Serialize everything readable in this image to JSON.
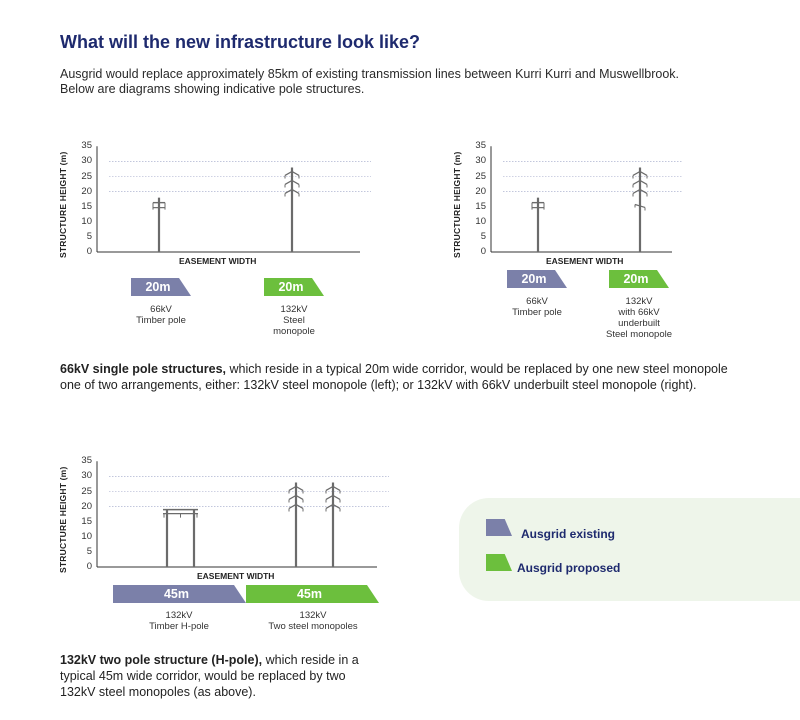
{
  "heading": "What will the new infrastructure look like?",
  "intro": {
    "line1": "Ausgrid would replace approximately 85km of existing transmission lines between Kurri Kurri and Muswellbrook.",
    "line2": "Below are diagrams showing indicative pole structures."
  },
  "colors": {
    "existing": "#7b80a9",
    "proposed": "#6cbf3d",
    "heading": "#1e2a6e",
    "legend_bg": "#eef5ea"
  },
  "axis": {
    "ylabel": "STRUCTURE HEIGHT (m)",
    "xlabel": "EASEMENT WIDTH",
    "ticks": [
      "35",
      "30",
      "25",
      "20",
      "15",
      "10",
      "5",
      "0"
    ]
  },
  "diagrams": [
    {
      "badges": [
        {
          "label": "20m",
          "type": "existing",
          "caption": [
            "66kV",
            "Timber pole"
          ]
        },
        {
          "label": "20m",
          "type": "proposed",
          "caption": [
            "132kV",
            "Steel",
            "monopole"
          ]
        }
      ],
      "poles": [
        {
          "kind": "timber",
          "height_m": 18
        },
        {
          "kind": "steel",
          "height_m": 28
        }
      ]
    },
    {
      "badges": [
        {
          "label": "20m",
          "type": "existing",
          "caption": [
            "66kV",
            "Timber pole"
          ]
        },
        {
          "label": "20m",
          "type": "proposed",
          "caption": [
            "132kV",
            "with 66kV",
            "underbuilt",
            "Steel monopole"
          ]
        }
      ],
      "poles": [
        {
          "kind": "timber",
          "height_m": 18
        },
        {
          "kind": "steel-underbuilt",
          "height_m": 28
        }
      ]
    },
    {
      "badges": [
        {
          "label": "45m",
          "type": "existing",
          "caption": [
            "132kV",
            "Timber H-pole"
          ]
        },
        {
          "label": "45m",
          "type": "proposed",
          "caption": [
            "132kV",
            "Two steel monopoles"
          ]
        }
      ],
      "poles": [
        {
          "kind": "h-pole",
          "height_m": 19
        },
        {
          "kind": "steel",
          "height_m": 28
        },
        {
          "kind": "steel",
          "height_m": 28
        }
      ]
    }
  ],
  "para1": {
    "bold": "66kV single pole structures,",
    "rest": " which reside in a typical 20m wide corridor, would be replaced by one new steel monopole",
    "line2": "one of two arrangements, either: 132kV steel monopole (left); or 132kV with 66kV underbuilt steel monopole (right)."
  },
  "para2": {
    "bold": "132kV two pole structure (H-pole),",
    "rest": " which reside in a",
    "line2": "typical 45m wide corridor, would be replaced by two",
    "line3": "132kV steel monopoles (as above)."
  },
  "legend": {
    "existing": "Ausgrid existing",
    "proposed": "Ausgrid proposed"
  }
}
